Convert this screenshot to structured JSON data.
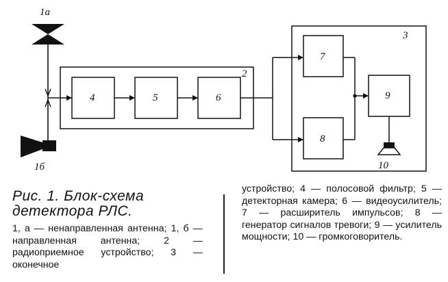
{
  "diagram": {
    "labels": {
      "antenna_a": "1а",
      "antenna_b": "1б",
      "group_2": "2",
      "group_3": "3",
      "block_4": "4",
      "block_5": "5",
      "block_6": "6",
      "block_7": "7",
      "block_8": "8",
      "block_9": "9",
      "speaker_10": "10"
    }
  },
  "caption": {
    "title": "Рис. 1. Блок-схема детектора РЛС.",
    "left_text": "1, а — ненаправленная антенна; 1, б — направленная антенна; 2 — радиоприемное устройство; 3 — оконечное",
    "right_text": "устройство; 4 — полосовой фильтр; 5 — детекторная камера; 6 — видеоусилитель; 7 — расширитель импульсов; 8 — генератор сигналов тревоги; 9 — усилитель мощности; 10 — громкоговоритель."
  }
}
